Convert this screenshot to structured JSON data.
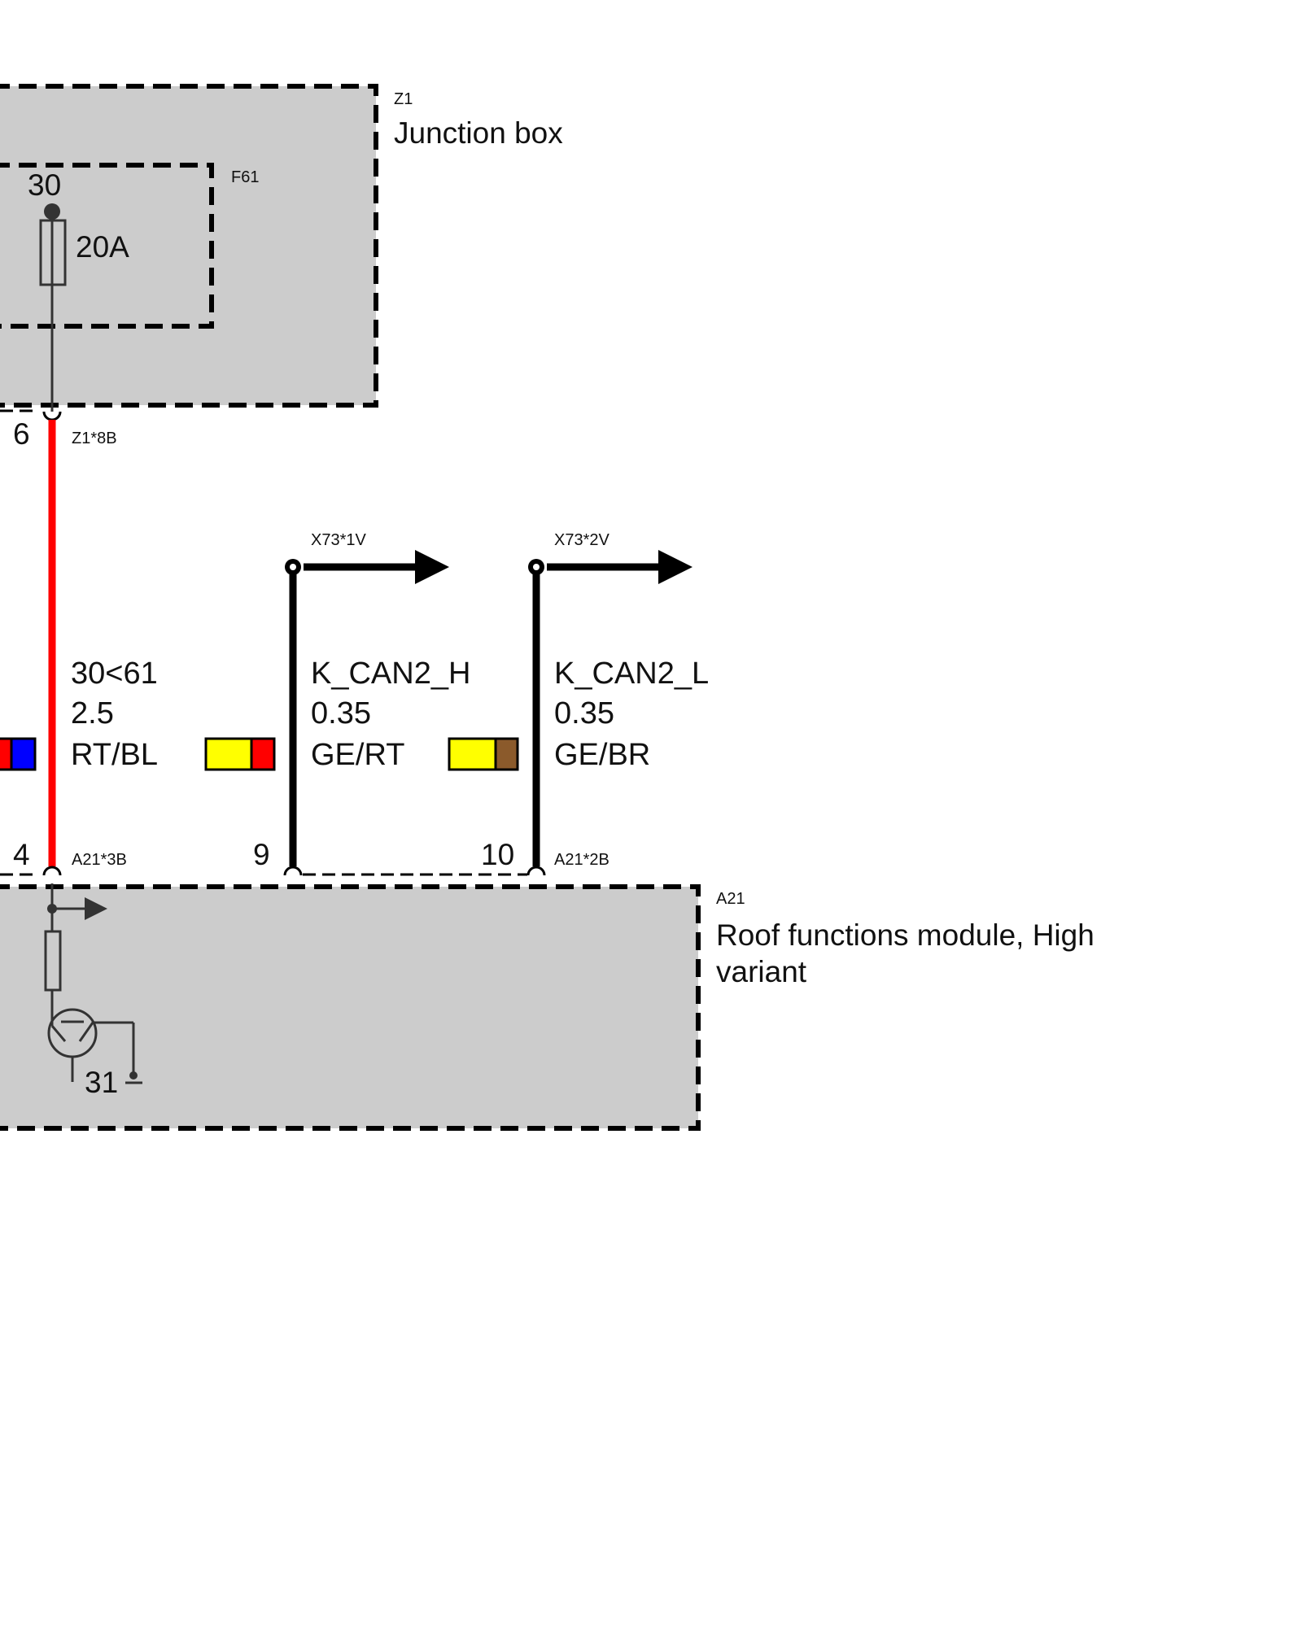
{
  "junction_box": {
    "ref": "Z1",
    "name": "Junction box"
  },
  "fuse": {
    "ref": "F61",
    "terminal": "30",
    "rating": "20A"
  },
  "roof_module": {
    "ref": "A21",
    "name_line1": "Roof functions module, High",
    "name_line2": "variant",
    "ground_terminal": "31"
  },
  "connectors": {
    "z1_8b": {
      "ref": "Z1*8B",
      "pin": "6"
    },
    "a21_3b": {
      "ref": "A21*3B",
      "pin": "4"
    },
    "a21_2b": {
      "ref": "A21*2B",
      "pin_h": "9",
      "pin_l": "10"
    },
    "x73_1v": {
      "ref": "X73*1V"
    },
    "x73_2v": {
      "ref": "X73*2V"
    }
  },
  "wires": [
    {
      "signal": "30<61",
      "gauge": "2.5",
      "color_code": "RT/BL",
      "colors": [
        "#ff0000",
        "#0000ff"
      ]
    },
    {
      "signal": "K_CAN2_H",
      "gauge": "0.35",
      "color_code": "GE/RT",
      "colors": [
        "#ffff00",
        "#ff0000"
      ]
    },
    {
      "signal": "K_CAN2_L",
      "gauge": "0.35",
      "color_code": "GE/BR",
      "colors": [
        "#ffff00",
        "#8b5a2b"
      ]
    }
  ],
  "colors": {
    "module_fill": "#cccccc",
    "power_wire": "#ff0000",
    "bus_wire": "#000000"
  }
}
